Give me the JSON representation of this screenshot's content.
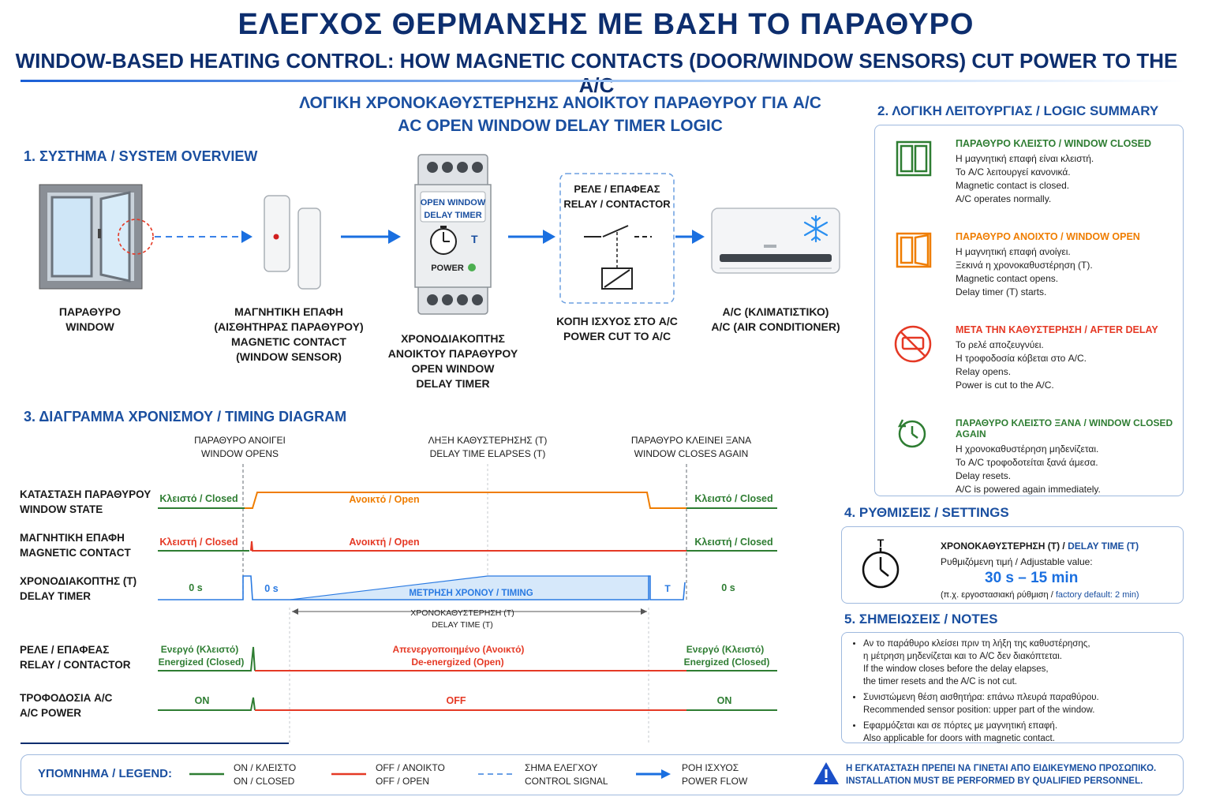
{
  "header": {
    "title": "ΕΛΕΓΧΟΣ ΘΕΡΜΑΝΣΗΣ ΜΕ ΒΑΣΗ ΤΟ ΠΑΡΑΘΥΡΟ",
    "subtitle": "WINDOW-BASED HEATING CONTROL: HOW MAGNETIC CONTACTS (DOOR/WINDOW SENSORS) CUT POWER TO THE A/C"
  },
  "logic_title": {
    "line1": "ΛΟΓΙΚΗ ΧΡΟΝΟΚΑΘΥΣΤΕΡΗΣΗΣ ΑΝΟΙΚΤΟΥ ΠΑΡΑΘΥΡΟΥ ΓΙΑ A/C",
    "line2": "AC OPEN WINDOW DELAY TIMER LOGIC"
  },
  "system": {
    "title": "1. ΣΥΣΤΗΜΑ / SYSTEM OVERVIEW",
    "window_label": [
      "ΠΑΡΑΘΥΡΟ",
      "WINDOW"
    ],
    "sensor_label": [
      "ΜΑΓΝΗΤΙΚΗ ΕΠΑΦΗ",
      "(ΑΙΣΘΗΤΗΡΑΣ ΠΑΡΑΘΥΡΟΥ)",
      "MAGNETIC CONTACT",
      "(WINDOW SENSOR)"
    ],
    "timer_label": [
      "ΧΡΟΝΟΔΙΑΚΟΠΤΗΣ",
      "ΑΝΟΙΚΤΟΥ ΠΑΡΑΘΥΡΟΥ",
      "OPEN WINDOW",
      "DELAY TIMER"
    ],
    "timer_screen": [
      "OPEN WINDOW",
      "DELAY TIMER"
    ],
    "timer_t": "T",
    "timer_power": "POWER",
    "relay_title": [
      "ΡΕΛΕ / ΕΠΑΦΕΑΣ",
      "RELAY / CONTACTOR"
    ],
    "relay_label": [
      "ΚΟΠΗ ΙΣΧΥΟΣ ΣΤΟ A/C",
      "POWER CUT TO A/C"
    ],
    "ac_label": [
      "A/C (ΚΛΙΜΑΤΙΣΤΙΚΟ)",
      "A/C (AIR CONDITIONER)"
    ]
  },
  "summary": {
    "title": "2. ΛΟΓΙΚΗ ΛΕΙΤΟΥΡΓΙΑΣ / LOGIC SUMMARY",
    "items": [
      {
        "title": "ΠΑΡΑΘΥΡΟ ΚΛΕΙΣΤΟ / WINDOW CLOSED",
        "color": "#2e7d32",
        "icon": "window-closed-icon",
        "lines": [
          "Η μαγνητική επαφή είναι κλειστή.",
          "Το A/C λειτουργεί κανονικά.",
          "Magnetic contact is closed.",
          "A/C operates normally."
        ]
      },
      {
        "title": "ΠΑΡΑΘΥΡΟ ΑΝΟΙΧΤΟ / WINDOW OPEN",
        "color": "#ef7d00",
        "icon": "window-open-icon",
        "lines": [
          "Η μαγνητική επαφή ανοίγει.",
          "Ξεκινά η χρονοκαθυστέρηση (T).",
          "Magnetic contact opens.",
          "Delay timer (T) starts."
        ]
      },
      {
        "title": "ΜΕΤΑ ΤΗΝ ΚΑΘΥΣΤΕΡΗΣΗ / AFTER DELAY",
        "color": "#e53925",
        "icon": "ac-off-icon",
        "lines": [
          "Το ρελέ αποζευγνύει.",
          "Η τροφοδοσία κόβεται στο A/C.",
          "Relay opens.",
          "Power is cut to the A/C."
        ]
      },
      {
        "title": "ΠΑΡΑΘΥΡΟ ΚΛΕΙΣΤΟ ΞΑΝΑ / WINDOW CLOSED AGAIN",
        "color": "#2e7d32",
        "icon": "clock-reset-icon",
        "lines": [
          "Η χρονοκαθυστέρηση μηδενίζεται.",
          "Το A/C τροφοδοτείται ξανά άμεσα.",
          "Delay resets.",
          "A/C is powered again immediately."
        ]
      }
    ]
  },
  "timing": {
    "title": "3. ΔΙΑΓΡΑΜΜΑ ΧΡΟΝΙΣΜΟΥ / TIMING DIAGRAM",
    "events": [
      {
        "line1": "ΠΑΡΑΘΥΡΟ ΑΝΟΙΓΕΙ",
        "line2": "WINDOW OPENS"
      },
      {
        "line1": "ΛΗΞΗ ΚΑΘΥΣΤΕΡΗΣΗΣ (T)",
        "line2": "DELAY TIME ELAPSES (T)"
      },
      {
        "line1": "ΠΑΡΑΘΥΡΟ ΚΛΕΙΝΕΙ ΞΑΝΑ",
        "line2": "WINDOW CLOSES AGAIN"
      }
    ],
    "rows": [
      {
        "label1": "ΚΑΤΑΣΤΑΣΗ ΠΑΡΑΘΥΡΟΥ",
        "label2": "WINDOW STATE",
        "left": "Κλειστό / Closed",
        "mid": "Ανοικτό / Open",
        "right": "Κλειστό / Closed"
      },
      {
        "label1": "ΜΑΓΝΗΤΙΚΗ ΕΠΑΦΗ",
        "label2": "MAGNETIC CONTACT",
        "left": "Κλειστή / Closed",
        "mid": "Ανοικτή / Open",
        "right": "Κλειστή / Closed"
      },
      {
        "label1": "ΧΡΟΝΟΔΙΑΚΟΠΤΗΣ (T)",
        "label2": "DELAY TIMER",
        "left": "0 s",
        "left2": "0 s",
        "mid": "ΜΕΤΡΗΣΗ ΧΡΟΝΟΥ / TIMING",
        "t": "T",
        "right": "0 s"
      },
      {
        "label1": "ΡΕΛΕ / ΕΠΑΦΕΑΣ",
        "label2": "RELAY / CONTACTOR",
        "left": "Ενεργό (Κλειστό)",
        "left2": "Energized (Closed)",
        "mid": "Απενεργοποιημένο (Ανοικτό)",
        "mid2": "De-energized (Open)",
        "right": "Ενεργό (Κλειστό)",
        "right2": "Energized (Closed)"
      },
      {
        "label1": "ΤΡΟΦΟΔΟΣΙΑ A/C",
        "label2": "A/C POWER",
        "left": "ON",
        "mid": "OFF",
        "right": "ON"
      }
    ],
    "delay_label": [
      "ΧΡΟΝΟΚΑΘΥΣΤΕΡΗΣΗ (T)",
      "DELAY TIME (T)"
    ]
  },
  "settings": {
    "title": "4. ΡΥΘΜΙΣΕΙΣ / SETTINGS",
    "label_gr": "ΧΡΟΝΟΚΑΘΥΣΤΕΡΗΣΗ (T) / ",
    "label_en": "DELAY TIME (T)",
    "adjustable": "Ρυθμιζόμενη τιμή / Adjustable value:",
    "value": "30 s – 15 min",
    "default_gr": "(π.χ. εργοστασιακή ρύθμιση / ",
    "default_en": "factory default: 2 min)"
  },
  "notes": {
    "title": "5. ΣΗΜΕΙΩΣΕΙΣ / NOTES",
    "items": [
      [
        "Αν το παράθυρο κλείσει πριν τη λήξη της καθυστέρησης,",
        "η μέτρηση μηδενίζεται και το A/C δεν διακόπτεται.",
        "If the window closes before the delay elapses,",
        "the timer resets and the A/C is not cut."
      ],
      [
        "Συνιστώμενη θέση αισθητήρα: επάνω πλευρά παραθύρου.",
        "Recommended sensor position: upper part of the window."
      ],
      [
        "Εφαρμόζεται και σε πόρτες με μαγνητική επαφή.",
        "Also applicable for doors with magnetic contact."
      ]
    ]
  },
  "legend": {
    "title": "ΥΠΟΜΝΗΜΑ / LEGEND:",
    "items": [
      {
        "line1": "ON / ΚΛΕΙΣΤΟ",
        "line2": "ON / CLOSED"
      },
      {
        "line1": "OFF / ΑΝΟΙΚΤΟ",
        "line2": "OFF / OPEN"
      },
      {
        "line1": "ΣΗΜΑ ΕΛΕΓΧΟΥ",
        "line2": "CONTROL SIGNAL"
      },
      {
        "line1": "ΡΟΗ ΙΣΧΥΟΣ",
        "line2": "POWER FLOW"
      }
    ],
    "warning1": "Η ΕΓΚΑΤΑΣΤΑΣΗ ΠΡΕΠΕΙ ΝΑ ΓΙΝΕΤΑΙ ΑΠΟ ΕΙΔΙΚΕΥΜΕΝΟ ΠΡΟΣΩΠΙΚΟ.",
    "warning2": "INSTALLATION MUST BE PERFORMED BY QUALIFIED PERSONNEL."
  },
  "colors": {
    "navy": "#0d2e6e",
    "blue": "#1a4fa0",
    "green": "#2e7d32",
    "orange": "#ef7d00",
    "red": "#e53925",
    "arrow": "#1a6fe0"
  }
}
